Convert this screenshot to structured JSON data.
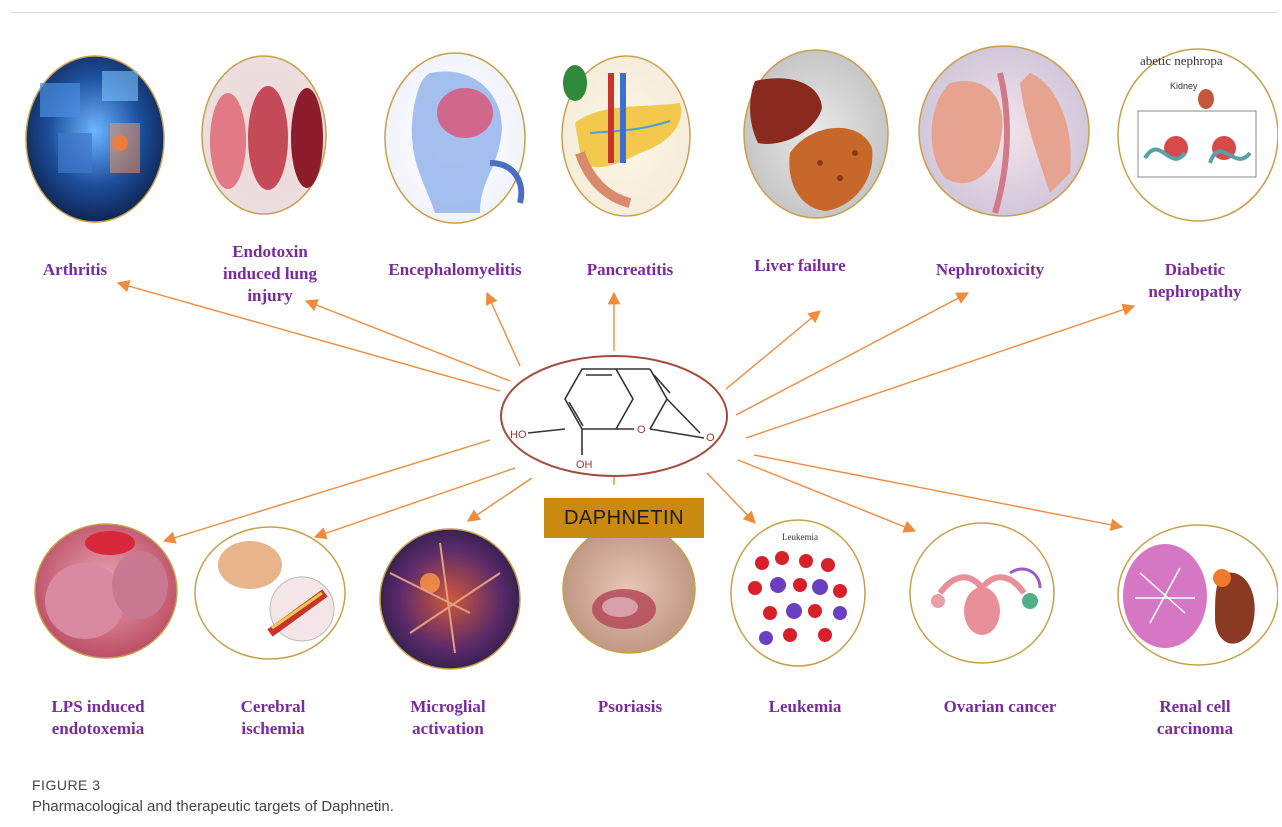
{
  "figure": {
    "number": "FIGURE 3",
    "caption": "Pharmacological and therapeutic targets of Daphnetin."
  },
  "center": {
    "compound": "DAPHNETIN",
    "atom_labels": {
      "ho": "HO",
      "oh": "OH",
      "ring_o": "O",
      "carbonyl_o": "O"
    }
  },
  "top_targets": [
    {
      "label": "Arthritis",
      "icon": "arthritis-image"
    },
    {
      "label": "Endotoxin\ninduced lung\ninjury",
      "icon": "lung-image"
    },
    {
      "label": "Encephalomyelitis",
      "icon": "brain-image"
    },
    {
      "label": "Pancreatitis",
      "icon": "pancreas-image"
    },
    {
      "label": "Liver failure",
      "icon": "liver-image"
    },
    {
      "label": "Nephrotoxicity",
      "icon": "kidney-image"
    },
    {
      "label": "Diabetic\nnephropathy",
      "icon": "diabetic-nephropathy-image"
    }
  ],
  "bottom_targets": [
    {
      "label": "LPS induced\nendotoxemia",
      "icon": "endotoxemia-image"
    },
    {
      "label": "Cerebral\nischemia",
      "icon": "cerebral-ischemia-image"
    },
    {
      "label": "Microglial\nactivation",
      "icon": "microglia-image"
    },
    {
      "label": "Psoriasis",
      "icon": "psoriasis-image"
    },
    {
      "label": "Leukemia",
      "icon": "leukemia-image"
    },
    {
      "label": "Ovarian cancer",
      "icon": "ovarian-image"
    },
    {
      "label": "Renal cell\ncarcinoma",
      "icon": "renal-carcinoma-image"
    }
  ],
  "inset_text": {
    "diabetic_title": "abetic nephropa",
    "diabetic_kidney": "Kidney",
    "leukemia_title": "Leukemia"
  },
  "colors": {
    "arrow": "#f08a3c",
    "label": "#7a2a9e",
    "circle_border": "#c8a04a",
    "center_box": "#c98a10"
  }
}
